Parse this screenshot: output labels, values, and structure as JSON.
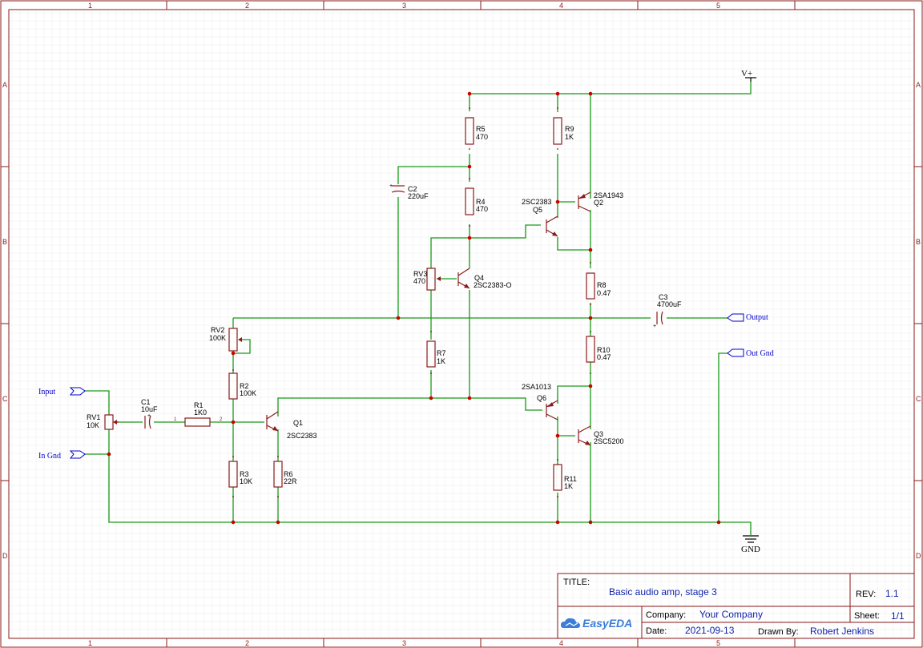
{
  "frame": {
    "columns": [
      "1",
      "2",
      "3",
      "4",
      "5"
    ],
    "rows": [
      "A",
      "B",
      "C",
      "D"
    ]
  },
  "components": {
    "RV1": {
      "ref": "RV1",
      "value": "10K"
    },
    "C1": {
      "ref": "C1",
      "value": "10uF"
    },
    "R1": {
      "ref": "R1",
      "value": "1K0"
    },
    "RV2": {
      "ref": "RV2",
      "value": "100K"
    },
    "R2": {
      "ref": "R2",
      "value": "100K"
    },
    "R3": {
      "ref": "R3",
      "value": "10K"
    },
    "R6": {
      "ref": "R6",
      "value": "22R"
    },
    "Q1": {
      "ref": "Q1",
      "value": "2SC2383"
    },
    "C2": {
      "ref": "C2",
      "value": "220uF"
    },
    "R5": {
      "ref": "R5",
      "value": "470"
    },
    "R4": {
      "ref": "R4",
      "value": "470"
    },
    "RV3": {
      "ref": "RV3",
      "value": "470"
    },
    "Q4": {
      "ref": "Q4",
      "value": "2SC2383-O"
    },
    "R7": {
      "ref": "R7",
      "value": "1K"
    },
    "R9": {
      "ref": "R9",
      "value": "1K"
    },
    "Q5": {
      "ref": "Q5",
      "value": "2SC2383"
    },
    "Q2": {
      "ref": "Q2",
      "value": "2SA1943"
    },
    "R8": {
      "ref": "R8",
      "value": "0.47"
    },
    "C3": {
      "ref": "C3",
      "value": "4700uF"
    },
    "R10": {
      "ref": "R10",
      "value": "0.47"
    },
    "Q6": {
      "ref": "Q6",
      "value": "2SA1013"
    },
    "Q3": {
      "ref": "Q3",
      "value": "2SC5200"
    },
    "R11": {
      "ref": "R11",
      "value": "1K"
    }
  },
  "nets": {
    "input": "Input",
    "in_gnd": "In Gnd",
    "output": "Output",
    "out_gnd": "Out Gnd",
    "vplus": "V+",
    "gnd": "GND"
  },
  "pins": {
    "p1": "1",
    "p2": "2"
  },
  "title_block": {
    "title_key": "TITLE:",
    "title": "Basic audio amp, stage 3",
    "rev_key": "REV:",
    "rev": "1.1",
    "company_key": "Company:",
    "company": "Your Company",
    "sheet_key": "Sheet:",
    "sheet": "1/1",
    "date_key": "Date:",
    "date": "2021-09-13",
    "drawn_key": "Drawn By:",
    "drawn": "Robert Jenkins",
    "logo_text": "EasyEDA"
  },
  "colors": {
    "wire": "#1a9a1a",
    "component": "#8b1a1a",
    "junction": "#cc0000",
    "net_label": "#0000cc",
    "title_value": "#0b1fa8",
    "logo": "#3b7dd8"
  }
}
